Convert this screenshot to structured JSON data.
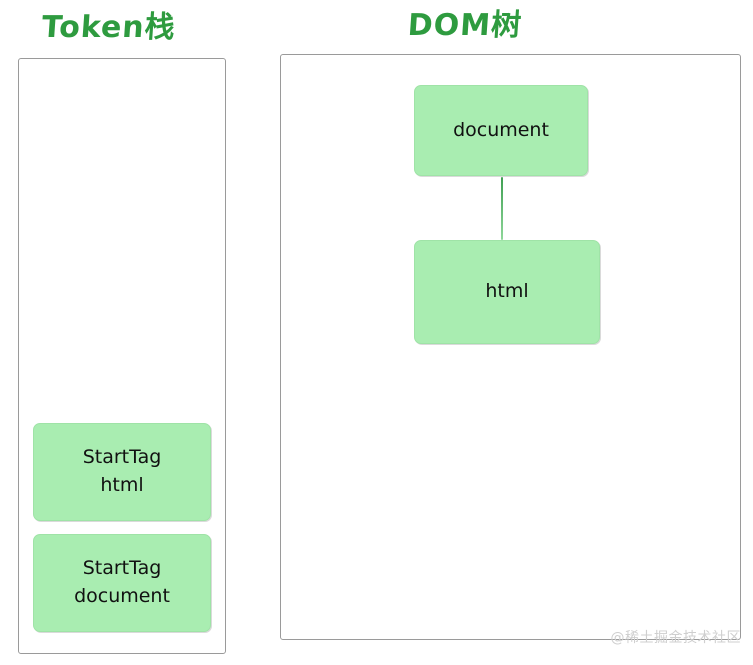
{
  "panels": {
    "token_stack": {
      "title": "Token栈",
      "title_color": "#2e9b3f",
      "cards": [
        {
          "line1": "StartTag",
          "line2": "html"
        },
        {
          "line1": "StartTag",
          "line2": "document"
        }
      ]
    },
    "dom_tree": {
      "title": "DOM树",
      "title_color": "#2e9b3f",
      "nodes": [
        {
          "label": "document"
        },
        {
          "label": "html"
        }
      ],
      "edges": [
        {
          "from": "document",
          "to": "html"
        }
      ]
    }
  },
  "style": {
    "node_fill": "#a9edb1",
    "panel_border": "#9a9a9a",
    "connector_color": "#3f9f52",
    "text_color": "#111111"
  },
  "watermark": {
    "text": "@稀土掘金技术社区",
    "color": "#cfcfcf"
  }
}
